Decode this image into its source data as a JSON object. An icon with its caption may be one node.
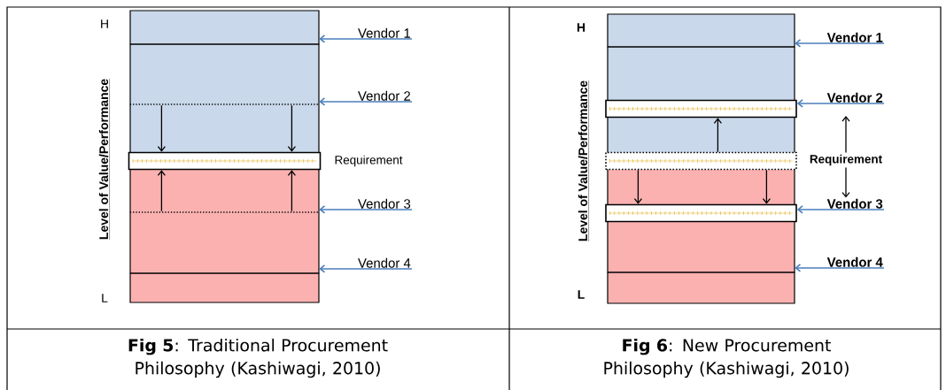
{
  "diagram": {
    "nodes": [
      {
        "text": [],
        "shape": "box"
      },
      {
        "text": [],
        "shape": "line",
        "in": 0
      },
      {
        "text": [],
        "shape": "line",
        "in": 0
      },
      {
        "text": [],
        "shape": "box",
        "in": 0,
        "beside": [
          "Requirement"
        ]
      },
      {
        "text": [],
        "shape": "line",
        "in": 0
      },
      {
        "text": [],
        "shape": "line",
        "in": 0
      },
      {
        "text": [
          "Vendor 1"
        ]
      },
      {
        "text": [
          "Vendor 2"
        ]
      },
      {
        "text": [
          "Vendor 3"
        ]
      },
      {
        "text": [
          "Vendor 4"
        ]
      },
      {
        "text": [],
        "shape": "box"
      },
      {
        "text": [],
        "shape": "line",
        "in": 10
      },
      {
        "text": [],
        "shape": "box",
        "in": 10
      },
      {
        "text": [],
        "shape": "box",
        "in": 10
      },
      {
        "text": [
          "Requirement"
        ]
      },
      {
        "text": [],
        "shape": "box",
        "in": 10
      },
      {
        "text": [],
        "shape": "line",
        "in": 10
      },
      {
        "text": [
          "Vendor 1"
        ]
      },
      {
        "text": [
          "Vendor 2"
        ]
      },
      {
        "text": [
          "Vendor 3"
        ]
      },
      {
        "text": [
          "Vendor 4"
        ]
      }
    ],
    "edges": [
      {
        "from": 6,
        "to": 1,
        "arrow": "to",
        "color": "#4a7ebb"
      },
      {
        "from": 7,
        "to": 2,
        "arrow": "to",
        "color": "#4a7ebb"
      },
      {
        "from": 8,
        "to": 4,
        "arrow": "to",
        "color": "#4a7ebb"
      },
      {
        "from": 9,
        "to": 5,
        "arrow": "to",
        "color": "#4a7ebb"
      },
      {
        "from": 2,
        "to": 3,
        "arrow": "to"
      },
      {
        "from": 2,
        "to": 3,
        "arrow": "to"
      },
      {
        "from": 4,
        "to": 3,
        "arrow": "to"
      },
      {
        "from": 4,
        "to": 3,
        "arrow": "to"
      },
      {
        "from": 17,
        "to": 11,
        "arrow": "to",
        "color": "#4a7ebb"
      },
      {
        "from": 18,
        "to": 12,
        "arrow": "to",
        "color": "#4a7ebb"
      },
      {
        "from": 19,
        "to": 15,
        "arrow": "to",
        "color": "#4a7ebb"
      },
      {
        "from": 20,
        "to": 16,
        "arrow": "to",
        "color": "#4a7ebb"
      },
      {
        "from": 13,
        "to": 12,
        "arrow": "to"
      },
      {
        "from": 13,
        "to": 15,
        "arrow": "to"
      },
      {
        "from": 13,
        "to": 15,
        "arrow": "to"
      },
      {
        "from": 14,
        "to": 18,
        "arrow": "to"
      },
      {
        "from": 14,
        "to": 19,
        "arrow": "to"
      }
    ],
    "labels": [
      "H",
      "Level of Value/Performance",
      "L",
      "H",
      "Level of Value/Performance",
      "L",
      "**Fig 5**: Traditional Procurement Philosophy (Kashiwagi, 2010)",
      "**Fig 6**: New Procurement Philosophy (Kashiwagi, 2010)"
    ]
  }
}
